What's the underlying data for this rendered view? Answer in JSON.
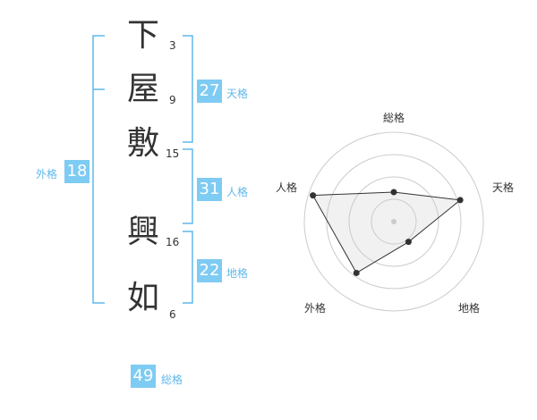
{
  "name_chars": [
    {
      "char": "下",
      "strokes": "3"
    },
    {
      "char": "屋",
      "strokes": "9"
    },
    {
      "char": "敷",
      "strokes": "15"
    },
    {
      "char": "興",
      "strokes": "16"
    },
    {
      "char": "如",
      "strokes": "6"
    }
  ],
  "fortune": {
    "tenkaku": {
      "value": "27",
      "label": "天格"
    },
    "jinkaku": {
      "value": "31",
      "label": "人格"
    },
    "chikaku": {
      "value": "22",
      "label": "地格"
    },
    "gaikaku": {
      "value": "18",
      "label": "外格"
    },
    "soukaku": {
      "value": "49",
      "label": "総格"
    }
  },
  "colors": {
    "accent": "#7ecbf3",
    "bracket": "#5fb8ec",
    "text": "#333333"
  },
  "chart_data": {
    "type": "radar",
    "axes": [
      "総格",
      "天格",
      "地格",
      "外格",
      "人格"
    ],
    "values": [
      0.33,
      0.78,
      0.28,
      0.71,
      0.95
    ],
    "rings": 4,
    "max": 1
  }
}
